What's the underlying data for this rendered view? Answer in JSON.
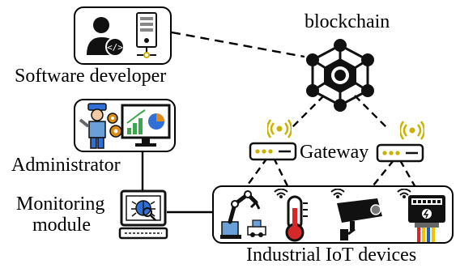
{
  "labels": {
    "blockchain": "blockchain",
    "software_developer": "Software developer",
    "administrator": "Administrator",
    "monitoring_line1": "Monitoring",
    "monitoring_line2": "module",
    "gateway": "Gateway",
    "iot_devices": "Industrial IoT devices"
  },
  "colors": {
    "line": "#000000",
    "wifi": "#c8b400",
    "bug": "#2f6fd6",
    "gear": "#d98b12",
    "chart_green": "#3aa84a",
    "chart_blue": "#2f6fd6",
    "chart_orange": "#e08a1a",
    "wire_red": "#d62828",
    "wire_yellow": "#f2c200",
    "wire_blue": "#1f5fbf",
    "device_blue": "#6a9fd8",
    "thermo_red": "#d62828"
  },
  "icons": [
    "developer-icon",
    "server-icon",
    "blockchain-network-icon",
    "admin-icon",
    "dashboard-icon",
    "monitor-bug-icon",
    "router-icon",
    "wifi-icon",
    "robot-arm-icon",
    "thermometer-icon",
    "camera-icon",
    "smart-meter-icon"
  ]
}
